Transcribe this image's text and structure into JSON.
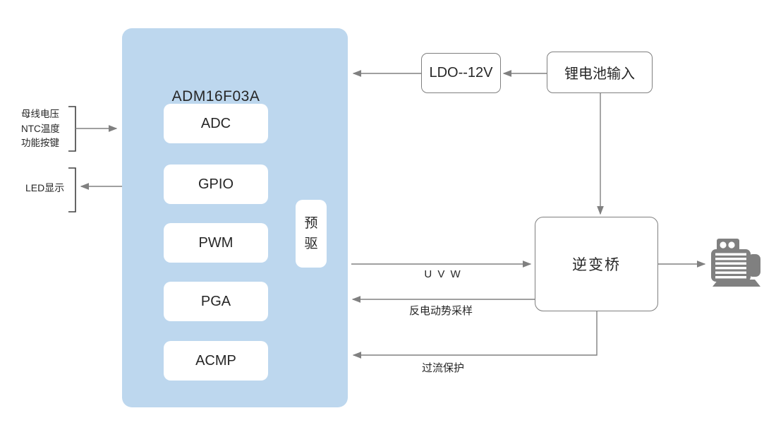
{
  "mcu": {
    "title": "ADM16F03A",
    "blocks": [
      "ADC",
      "GPIO",
      "PWM",
      "PGA",
      "ACMP"
    ],
    "predriver": "预驱"
  },
  "left": {
    "input_lines": [
      "母线电压",
      "NTC温度",
      "功能按键"
    ],
    "led": "LED显示"
  },
  "power": {
    "ldo": "LDO--12V",
    "battery": "锂电池输入"
  },
  "inverter": "逆变桥",
  "signals": {
    "uvw": "U V W",
    "bemf": "反电动势采样",
    "ocp": "过流保护"
  },
  "icons": {
    "motor": "motor-icon"
  },
  "colors": {
    "mcu_fill": "#BDD7EE",
    "block_fill": "#FFFFFF",
    "wire": "#808080",
    "bracket": "#404040",
    "box_border": "#7F7F7F",
    "text": "#262626",
    "motor": "#808080"
  }
}
